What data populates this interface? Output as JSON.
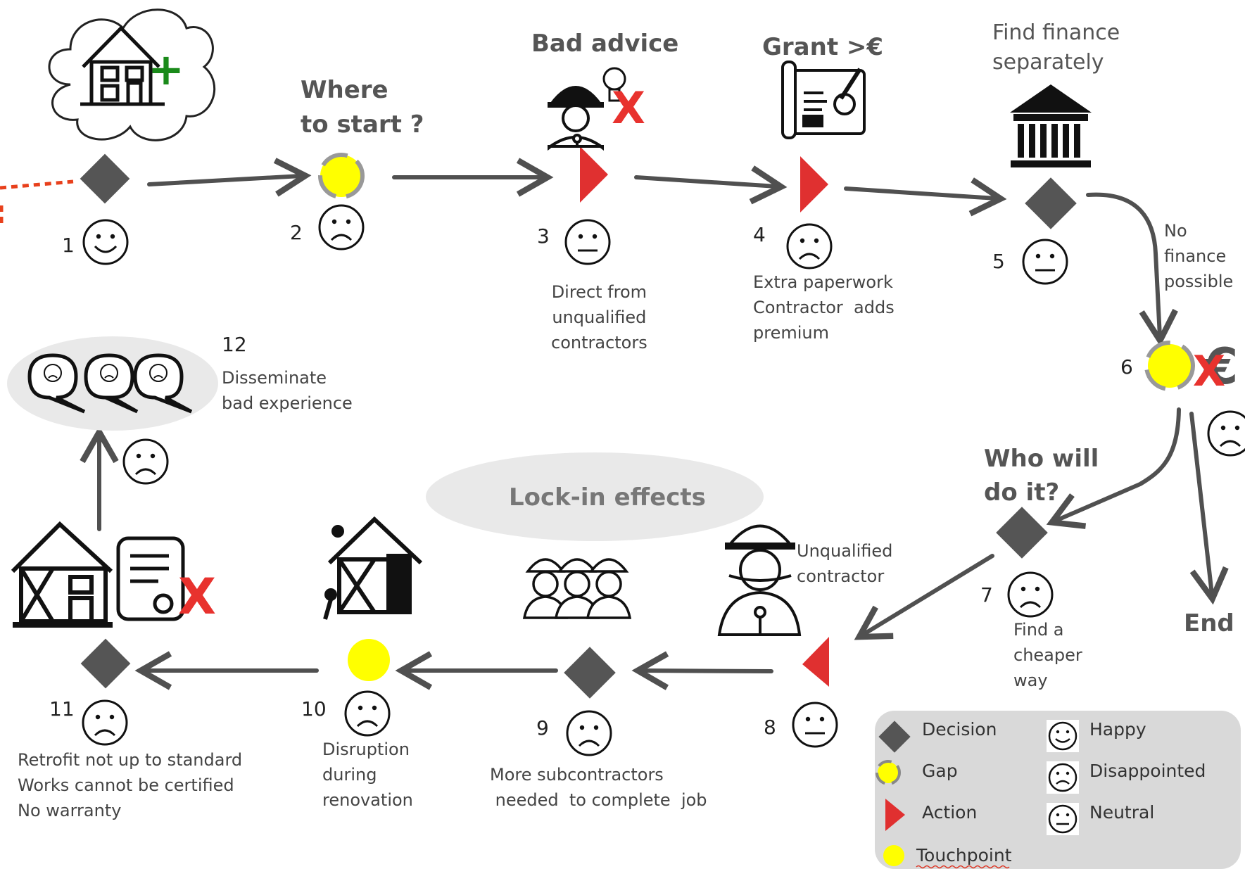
{
  "stages": [
    {
      "number": "1"
    },
    {
      "number": "2",
      "title": "Where\nto start ?"
    },
    {
      "number": "3",
      "title": "Bad  advice",
      "description": "Direct from\nunqualified\ncontractors"
    },
    {
      "number": "4",
      "title": "Grant >€",
      "description": "Extra paperwork\nContractor  adds\npremium"
    },
    {
      "number": "5",
      "title": "Find finance\nseparately",
      "branch_label": "No\nfinance\npossible"
    },
    {
      "number": "6"
    },
    {
      "number": "7",
      "title": "Who will\ndo it?",
      "description": "Find a\ncheaper\nway"
    },
    {
      "number": "8",
      "description": "Unqualified\ncontractor"
    },
    {
      "number": "9",
      "description": "More subcontractors\n needed  to complete  job"
    },
    {
      "number": "10",
      "description": "Disruption\nduring\nrenovation"
    },
    {
      "number": "11",
      "description": "Retrofit not up to standard\nWorks cannot be certified\nNo warranty"
    },
    {
      "number": "12",
      "description": "Disseminate\nbad experience"
    }
  ],
  "end_label": "End",
  "lockin_label": "Lock-in effects",
  "legend": {
    "decision": "Decision",
    "gap": "Gap",
    "action": "Action",
    "touchpoint": "Touchpoint",
    "happy": "Happy",
    "disappointed": "Disappointed",
    "neutral": "Neutral"
  },
  "colors": {
    "decision": "#555555",
    "gap": "#ffff00",
    "action": "#e03030",
    "touchpoint": "#ffff00",
    "arrow": "#505050",
    "dotted_line": "#e8401c",
    "cross": "#e8322e",
    "plus": "#1a8a1a"
  },
  "icons": [
    "house-icon",
    "cloud-icon",
    "worker-icon",
    "lightbulb-icon",
    "document-icon",
    "bank-icon",
    "euro-icon",
    "speech-bubbles-icon",
    "certificate-icon",
    "house-frame-icon",
    "workers-group-icon"
  ],
  "glyphs": {
    "plus": "+",
    "cross": "X",
    "euro": "€"
  }
}
